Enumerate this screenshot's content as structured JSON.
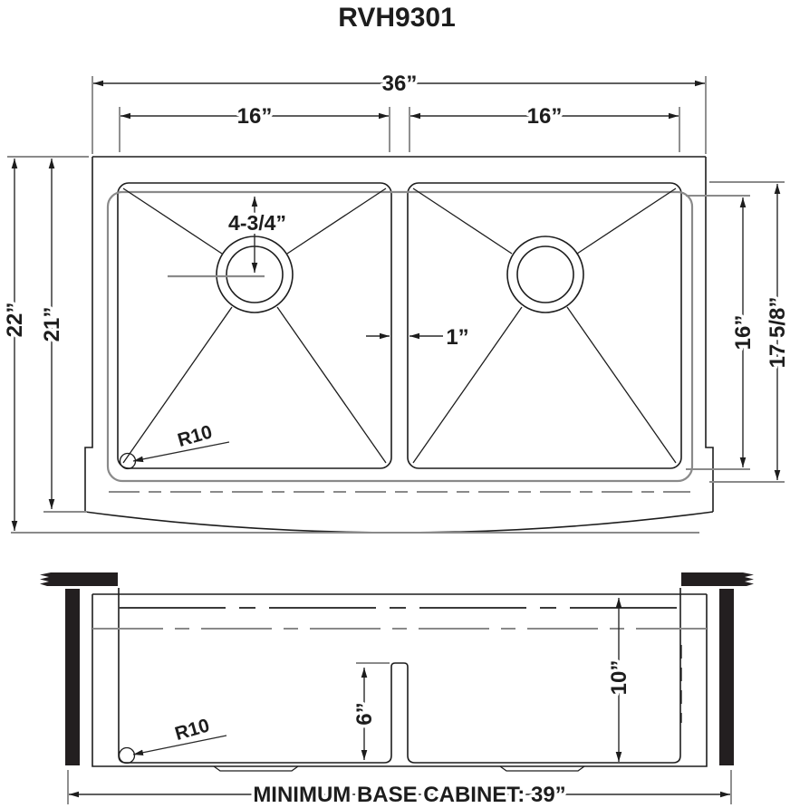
{
  "title": "RVH9301",
  "top_view": {
    "width_overall": "36”",
    "bowl_left_width": "16”",
    "bowl_right_width": "16”",
    "depth_overall": "22”",
    "depth_body": "21”",
    "drain_offset": "4-3/4”",
    "divider_width": "1”",
    "bowl_front_back": "16”",
    "rim_front_back": "17 5/8”",
    "corner_radius": "R10"
  },
  "front_view": {
    "divider_height": "6”",
    "bowl_depth": "10”",
    "corner_radius": "R10",
    "base_cabinet_note": "MINIMUM BASE CABINET: 39”"
  },
  "colors": {
    "line": "#1d1d1d",
    "extension_gray": "#8a8a8a",
    "counter_fill": "#231f20"
  }
}
